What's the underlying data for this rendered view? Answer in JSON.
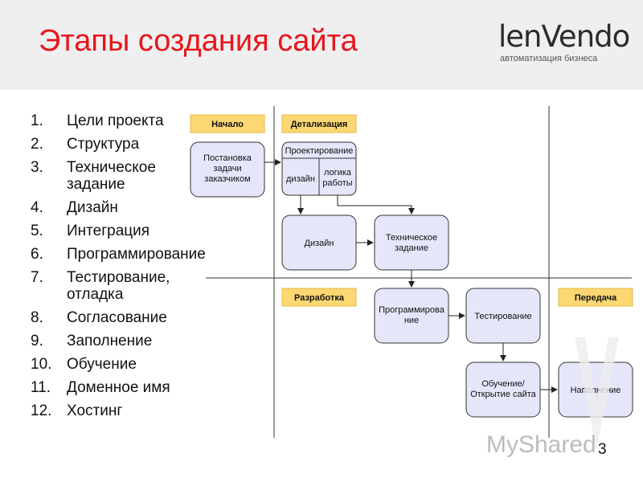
{
  "slide": {
    "title": "Этапы создания сайта",
    "page_number": "3"
  },
  "logo": {
    "wordmark": "lenVendo",
    "tagline": "автоматизация бизнеса"
  },
  "steps": [
    {
      "num": "1.",
      "text": "Цели проекта"
    },
    {
      "num": "2.",
      "text": "Структура"
    },
    {
      "num": "3.",
      "text": "Техническое\nзадание"
    },
    {
      "num": "4.",
      "text": "Дизайн"
    },
    {
      "num": "5.",
      "text": "Интеграция"
    },
    {
      "num": "6.",
      "text": "Программирование"
    },
    {
      "num": "7.",
      "text": "Тестирование,\nотладка"
    },
    {
      "num": "8.",
      "text": "Согласование"
    },
    {
      "num": "9.",
      "text": "Заполнение"
    },
    {
      "num": "10.",
      "text": "Обучение"
    },
    {
      "num": "11.",
      "text": "Доменное имя"
    },
    {
      "num": "12.",
      "text": "Хостинг"
    }
  ],
  "lanes": {
    "start": "Начало",
    "detail": "Детализация",
    "dev": "Разработка",
    "handoff": "Передача"
  },
  "nodes": {
    "task": [
      "Постановка",
      "задачи",
      "заказчиком"
    ],
    "design_header": "Проектирование",
    "design_left": "дизайн",
    "design_right": [
      "логика",
      "работы"
    ],
    "design": "Дизайн",
    "spec": [
      "Техническое",
      "задание"
    ],
    "programming": [
      "Программирова",
      "ние"
    ],
    "testing": "Тестирование",
    "training": [
      "Обучение/",
      "Открытие сайта"
    ],
    "filling": "Наполнение"
  },
  "watermark": "MyShared",
  "colors": {
    "title": "#e8151b",
    "lane_label": "#fcd772",
    "node_fill": "#e6e6fb",
    "node_stroke": "#333333"
  }
}
